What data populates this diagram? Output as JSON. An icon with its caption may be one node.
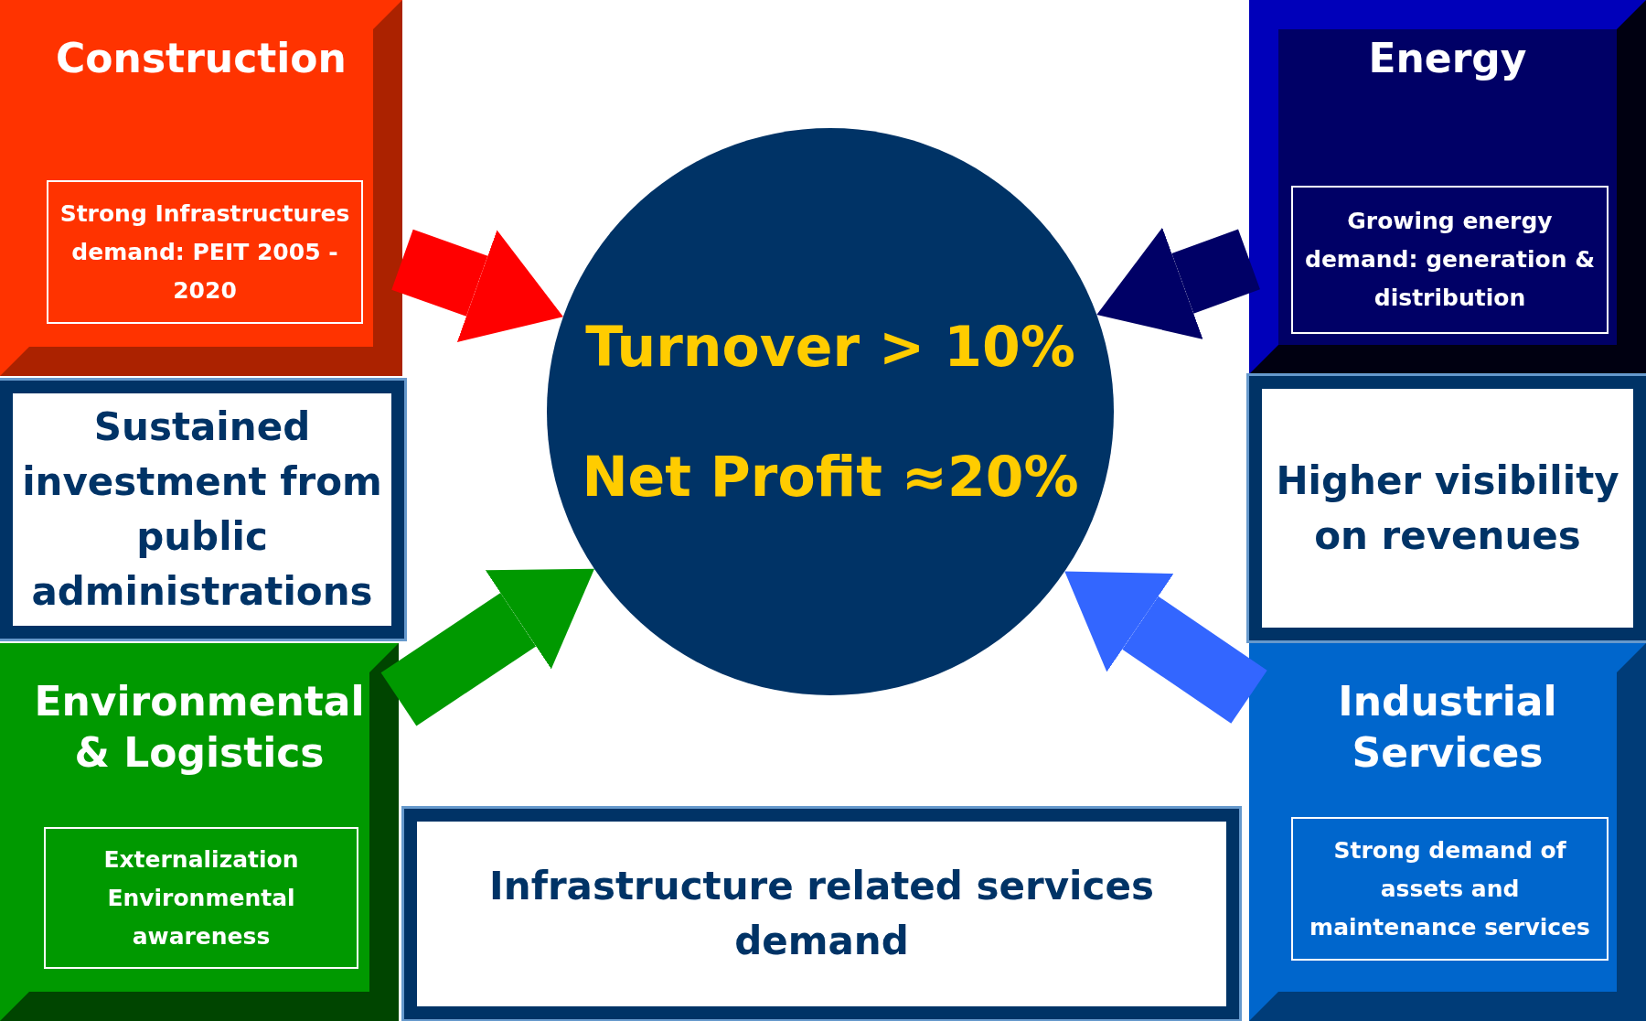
{
  "diagram": {
    "nodes": [
      {
        "text": [
          "Construction"
        ]
      },
      {
        "text": [
          "Strong Infrastructures demand: PEIT 2005 - 2020"
        ],
        "in": 0
      },
      {
        "text": [
          "Turnover > 10%",
          "Net Profit ≈20%"
        ]
      },
      {
        "text": [
          "Energy"
        ]
      },
      {
        "text": [
          "Growing energy demand: generation & distribution"
        ],
        "in": 3
      },
      {
        "text": [
          "Sustained investment from public administrations"
        ]
      },
      {
        "text": [
          "Higher visibility on revenues"
        ]
      },
      {
        "text": [
          "Environmental & Logistics"
        ]
      },
      {
        "text": [
          "Externalization Environmental awareness"
        ],
        "in": 7
      },
      {
        "text": [
          "Infrastructure related services demand"
        ]
      },
      {
        "text": [
          "Industrial Services"
        ]
      },
      {
        "text": [
          "Strong demand of assets and maintenance services"
        ],
        "in": 10
      }
    ],
    "edges": [
      {
        "from": 0,
        "to": 2,
        "arrow": "to",
        "color": "#ff0000"
      },
      {
        "from": 3,
        "to": 2,
        "arrow": "to",
        "color": "#000066"
      },
      {
        "from": 7,
        "to": 2,
        "arrow": "to",
        "color": "#009900"
      },
      {
        "from": 10,
        "to": 2,
        "arrow": "to",
        "color": "#3366ff"
      }
    ]
  }
}
